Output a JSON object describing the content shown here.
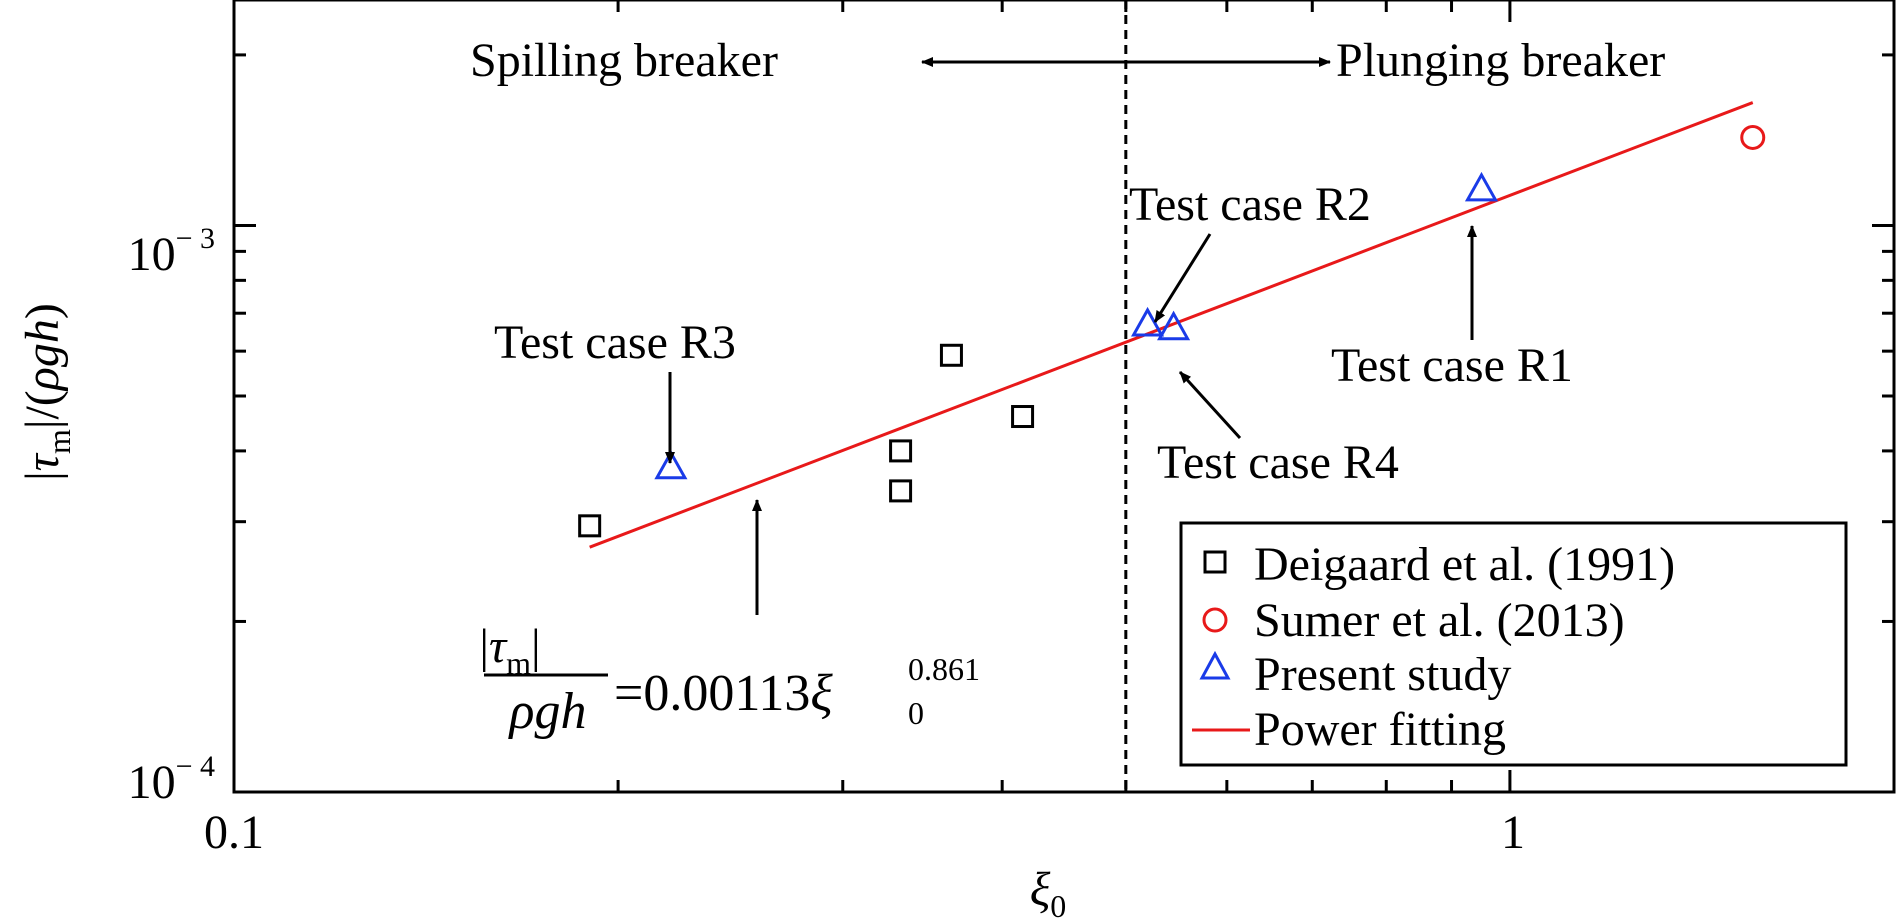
{
  "chart_data": {
    "type": "scatter",
    "xlabel": "ξ",
    "xlabel_sub": "0",
    "ylabel_parts": {
      "open": "|",
      "tau": "τ",
      "sub": "m",
      "close": "|/(",
      "rho": "ρ",
      "g": "g",
      "h": "h",
      "end": ")"
    },
    "x_scale": "log",
    "y_scale": "log",
    "xlim": [
      0.1,
      2.0
    ],
    "ylim": [
      0.0001,
      0.0025
    ],
    "x_ticks": [
      {
        "value": 0.1,
        "label": "0.1"
      },
      {
        "value": 1,
        "label": "1"
      }
    ],
    "y_ticks": [
      {
        "value": 0.0001,
        "base": "10",
        "exp": "− 4"
      },
      {
        "value": 0.001,
        "base": "10",
        "exp": "− 3"
      }
    ],
    "grid": false,
    "legend_position": "bottom-right",
    "series": [
      {
        "name": "Deigaard et al. (1991)",
        "marker": "square",
        "color": "#000000",
        "points": [
          {
            "x": 0.19,
            "y": 0.000295
          },
          {
            "x": 0.333,
            "y": 0.00034
          },
          {
            "x": 0.333,
            "y": 0.0004
          },
          {
            "x": 0.365,
            "y": 0.00059
          },
          {
            "x": 0.415,
            "y": 0.00046
          }
        ]
      },
      {
        "name": "Sumer et al. (2013)",
        "marker": "circle",
        "color": "#e8191a",
        "points": [
          {
            "x": 1.55,
            "y": 0.00143
          }
        ]
      },
      {
        "name": "Present study",
        "marker": "triangle",
        "color": "#1a3be8",
        "points": [
          {
            "x": 0.22,
            "y": 0.000375
          },
          {
            "x": 0.52,
            "y": 0.00067
          },
          {
            "x": 0.545,
            "y": 0.00066
          },
          {
            "x": 0.95,
            "y": 0.00116
          }
        ]
      },
      {
        "name": "Power fitting",
        "marker": "line",
        "color": "#e8191a",
        "coefficient": 0.00113,
        "exponent": 0.861,
        "x_range": [
          0.19,
          1.55
        ]
      }
    ],
    "reference_line": {
      "x": 0.5,
      "style": "dashed"
    },
    "annotations": {
      "regime_left": "Spilling breaker",
      "regime_right": "Plunging breaker",
      "test_r1": "Test case R1",
      "test_r2": "Test case R2",
      "test_r3": "Test case R3",
      "test_r4": "Test case R4",
      "eq_num_open": "|",
      "eq_num_tau": "τ",
      "eq_num_sub": "m",
      "eq_num_close": "|",
      "eq_den_rho": "ρ",
      "eq_den_gh": "gh",
      "eq_rhs": "=0.00113",
      "eq_xi": "ξ",
      "eq_xi_sub": "0",
      "eq_exp": "0.861"
    }
  }
}
